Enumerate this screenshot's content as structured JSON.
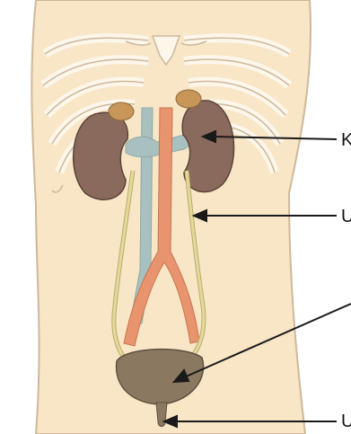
{
  "diagram": {
    "subject": "urinary-system",
    "colors": {
      "skin": "#f8e6c6",
      "outline": "#cdb89c",
      "rib": "#ffffff",
      "kidney": "#8a6a5c",
      "adrenal": "#c79658",
      "artery": "#e8956f",
      "vein": "#a8c0bf",
      "ureter": "#e4d99a",
      "bladder": "#8a7860",
      "pointer": "#1a1a1a"
    },
    "labels": [
      {
        "id": "kidney-label",
        "text": "K"
      },
      {
        "id": "ureter-label",
        "text": "U"
      },
      {
        "id": "bladder-label",
        "text": ""
      },
      {
        "id": "urethra-label",
        "text": "U"
      }
    ]
  }
}
